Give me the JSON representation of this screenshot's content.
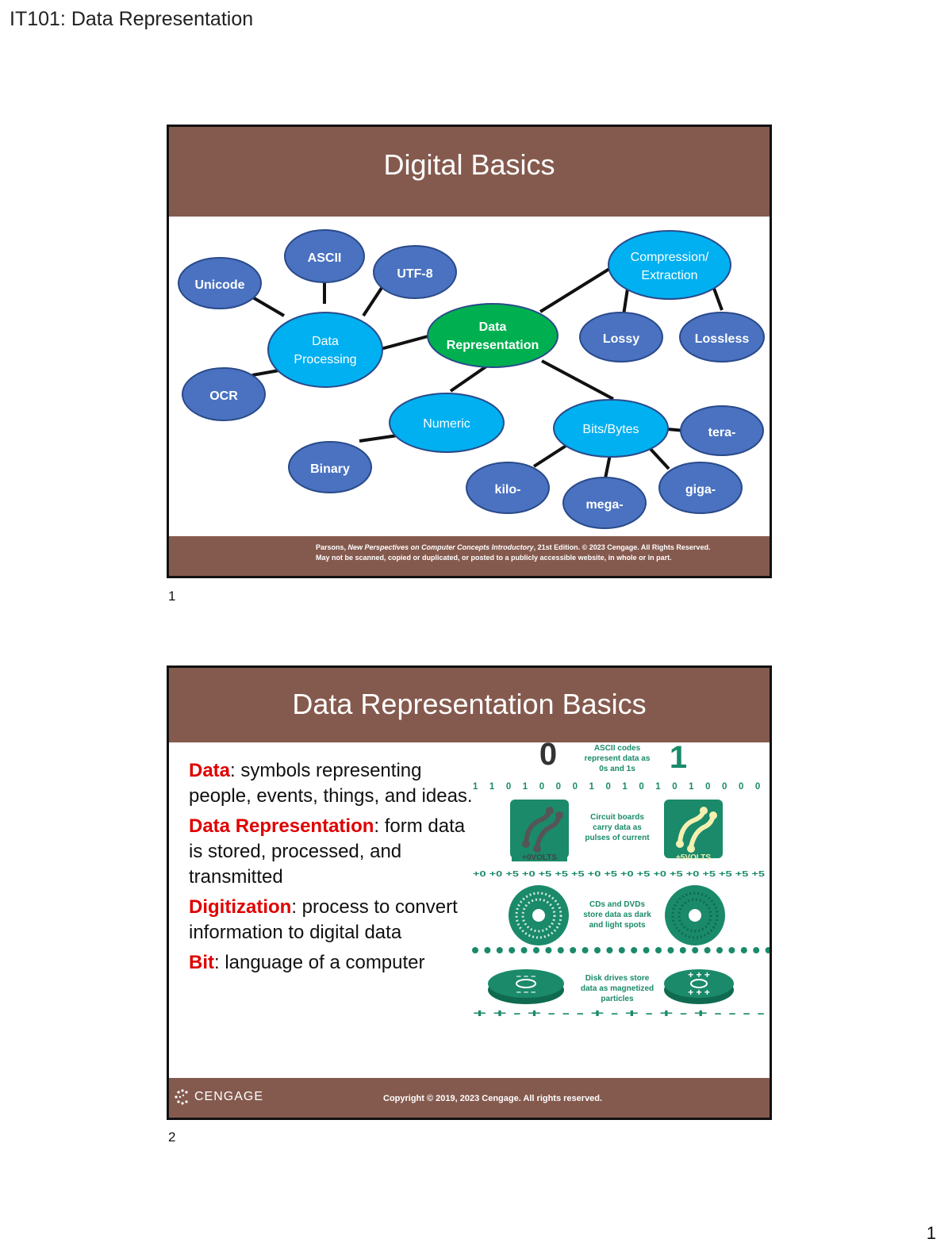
{
  "page": {
    "header": "IT101: Data Representation",
    "page_number": "1"
  },
  "slide1": {
    "number": "1",
    "title": "Digital Basics",
    "nodes": {
      "ascii": "ASCII",
      "unicode": "Unicode",
      "utf8": "UTF-8",
      "data_processing_1": "Data",
      "data_processing_2": "Processing",
      "data_representation_1": "Data",
      "data_representation_2": "Representation",
      "compression_1": "Compression/",
      "compression_2": "Extraction",
      "lossy": "Lossy",
      "lossless": "Lossless",
      "ocr": "OCR",
      "numeric": "Numeric",
      "binary": "Binary",
      "bits_bytes": "Bits/Bytes",
      "tera": "tera-",
      "kilo": "kilo-",
      "mega": "mega-",
      "giga": "giga-"
    },
    "credit": {
      "prefix": "Parsons, ",
      "book": "New Perspectives on Computer Concepts Introductory",
      "suffix": ", 21st Edition. © 2023 Cengage. All Rights Reserved.",
      "line2": "May not be scanned, copied or duplicated, or posted to a publicly accessible website, in whole or in part."
    }
  },
  "slide2": {
    "number": "2",
    "title": "Data Representation Basics",
    "definitions": [
      {
        "term": "Data",
        "text": ": symbols representing people, events, things, and ideas."
      },
      {
        "term": "Data Representation",
        "text": ": form data is stored, processed, and transmitted"
      },
      {
        "term": "Digitization",
        "text": ": process to convert information to digital data"
      },
      {
        "term": "Bit",
        "text": ": language of a computer"
      }
    ],
    "graphic": {
      "zero": "0",
      "one": "1",
      "ascii_caption_1": "ASCII codes",
      "ascii_caption_2": "represent data as",
      "ascii_caption_3": "0s and 1s",
      "binary_row": "1 1 0 1 0 0 0 1 0 1 0 1 0 1 0 0 0 0",
      "circuit_caption_1": "Circuit boards",
      "circuit_caption_2": "carry data as",
      "circuit_caption_3": "pulses of current",
      "volts_left": "+0VOLTS",
      "volts_right": "+5VOLTS",
      "volt_row": "+0 +0 +5 +0 +5 +5 +5 +0 +5 +0 +5 +0 +5 +0 +5 +5 +5 +5",
      "cd_caption_1": "CDs and DVDs",
      "cd_caption_2": "store data as dark",
      "cd_caption_3": "and light spots",
      "disk_caption_1": "Disk drives store",
      "disk_caption_2": "data as magnetized",
      "disk_caption_3": "particles",
      "sign_row": "+ + - + - - - + - + - + - + - - - -"
    },
    "logo_text": "CENGAGE",
    "copyright": "Copyright © 2019, 2023 Cengage. All rights reserved."
  },
  "colors": {
    "brand_brown": "#855a4e",
    "node_blue": "#4a72c0",
    "node_cyan": "#00b0f0",
    "node_green": "#00b050",
    "accent_green": "#1a8a6a",
    "term_red": "#e00000"
  }
}
